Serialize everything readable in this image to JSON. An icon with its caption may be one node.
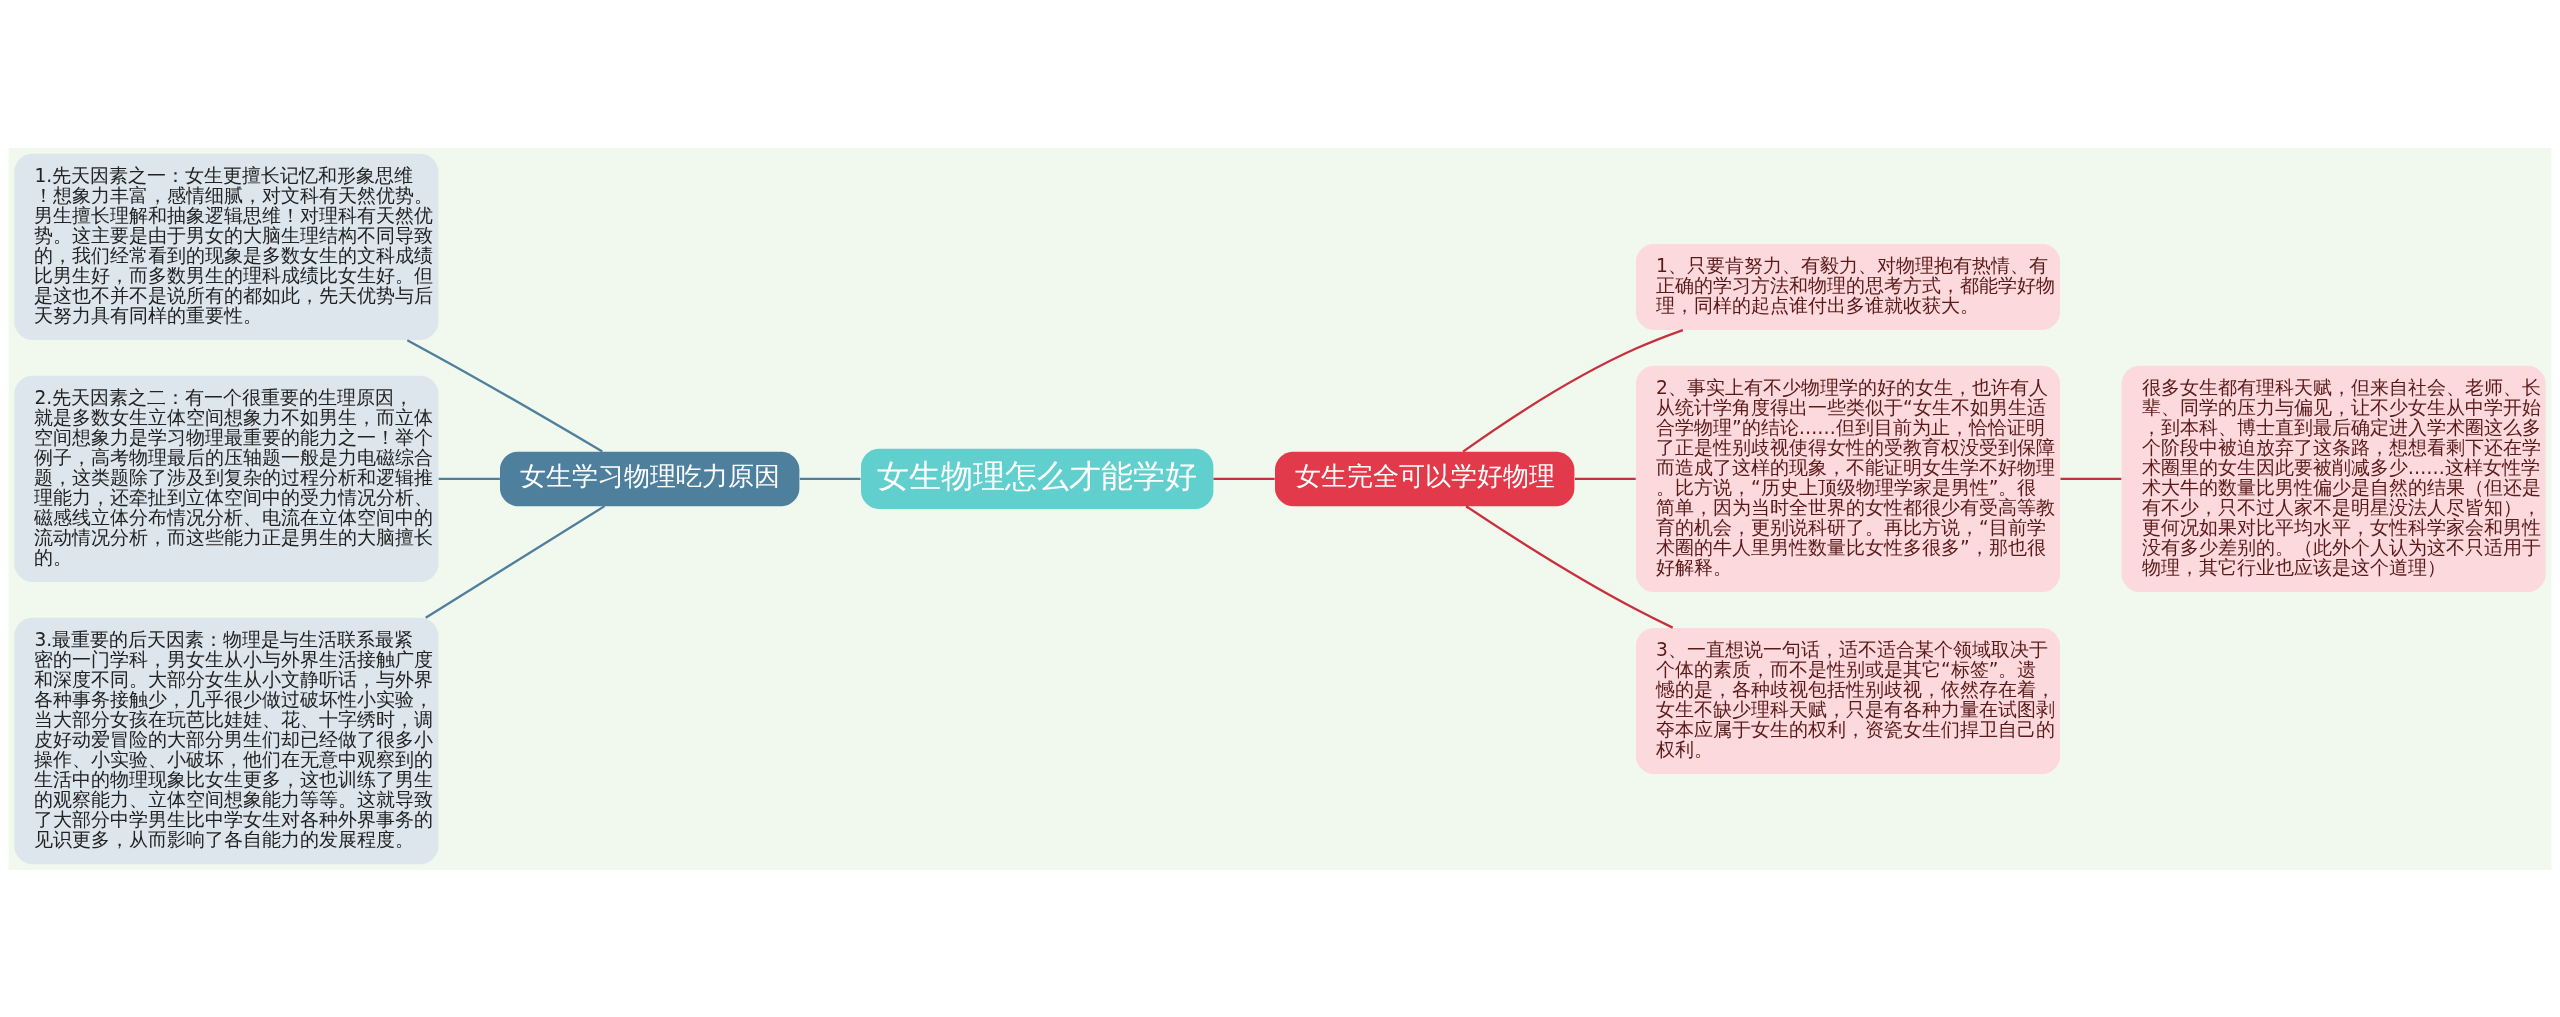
{
  "diagram": {
    "nodes": [
      {
        "text": [
          "女生物理怎么才能学好"
        ]
      },
      {
        "text": [
          "女生学习物理吃力原因"
        ]
      },
      {
        "text": [
          "1.先天因素之一：女生更擅长记忆和形象思维！想象力丰富，感情细腻，对文科有天然优势。男生擅长理解和抽象逻辑思维！对理科有天然优势。这主要是由于男女的大脑生理结构不同导致的，我们经常看到的现象是多数女生的文科成绩比男生好，而多数男生的理科成绩比女生好。但是这也不并不是说所有的都如此，先天优势与后天努力具有同样的重要性。"
        ]
      },
      {
        "text": [
          "2.先天因素之二：有一个很重要的生理原因，就是多数女生立体空间想象力不如男生，而立体空间想象力是学习物理最重要的能力之一！举个例子，高考物理最后的压轴题一般是力电磁综合题，这类题除了涉及到复杂的过程分析和逻辑推理能力，还牵扯到立体空间中的受力情况分析、磁感线立体分布情况分析、电流在立体空间中的流动情况分析，而这些能力正是男生的大脑擅长的。"
        ]
      },
      {
        "text": [
          "3.最重要的后天因素：物理是与生活联系最紧密的一门学科，男女生从小与外界生活接触广度和深度不同。大部分女生从小文静听话，与外界各种事务接触少，几乎很少做过破坏性小实验，当大部分女孩在玩芭比娃娃、花、十字绣时，调皮好动爱冒险的大部分男生们却已经做了很多小操作、小实验、小破坏，他们在无意中观察到的生活中的物理现象比女生更多，这也训练了男生的观察能力、立体空间想象能力等等。这就导致了大部分中学男生比中学女生对各种外界事务的见识更多，从而影响了各自能力的发展程度。"
        ]
      },
      {
        "text": [
          "女生完全可以学好物理"
        ]
      },
      {
        "text": [
          "1、只要肯努力、有毅力、对物理抱有热情、有正确的学习方法和物理的思考方式，都能学好物理，同样的起点谁付出多谁就收获大。"
        ]
      },
      {
        "text": [
          "2、事实上有不少物理学的好的女生，也许有人从统计学角度得出一些类似于“女生不如男生适合学物理”的结论……但到目前为止，恰恰证明了正是性别歧视使得女性的受教育权没受到保障而造成了这样的现象，不能证明女生学不好物理。比方说，“历史上顶级物理学家是男性”。很简单，因为当时全世界的女性都很少有受高等教育的机会，更别说科研了。再比方说，“目前学术圈的牛人里男性数量比女性多很多”，那也很好解释。"
        ]
      },
      {
        "text": [
          "3、一直想说一句话，适不适合某个领域取决于个体的素质，而不是性别或是其它“标签”。遗憾的是，各种歧视包括性别歧视，依然存在着，女生不缺少理科天赋，只是有各种力量在试图剥夺本应属于女生的权利，资瓷女生们捍卫自己的权利。"
        ]
      },
      {
        "text": [
          "很多女生都有理科天赋，但来自社会、老师、长辈、同学的压力与偏见，让不少女生从中学开始，到本科、博士直到最后确定进入学术圈这么多个阶段中被迫放弃了这条路，想想看剩下还在学术圈里的女生因此要被削减多少……这样女性学术大牛的数量比男性偏少是自然的结果（但还是有不少，只不过人家不是明星没法人尽皆知），更何况如果对比平均水平，女性科学家会和男性没有多少差别的。（此外个人认为这不只适用于物理，其它行业也应该是这个道理）"
        ]
      }
    ],
    "edges": [
      {
        "from": 1,
        "to": 0,
        "arrow": "none",
        "color": "#4e7f9c"
      },
      {
        "from": 2,
        "to": 1,
        "arrow": "none",
        "color": "#4e7f9c"
      },
      {
        "from": 3,
        "to": 1,
        "arrow": "none",
        "color": "#4e7f9c"
      },
      {
        "from": 4,
        "to": 1,
        "arrow": "none",
        "color": "#4e7f9c"
      },
      {
        "from": 0,
        "to": 5,
        "arrow": "none"
      },
      {
        "from": 5,
        "to": 6,
        "arrow": "none"
      },
      {
        "from": 5,
        "to": 7,
        "arrow": "none"
      },
      {
        "from": 5,
        "to": 8,
        "arrow": "none"
      },
      {
        "from": 7,
        "to": 9,
        "arrow": "none"
      }
    ]
  }
}
